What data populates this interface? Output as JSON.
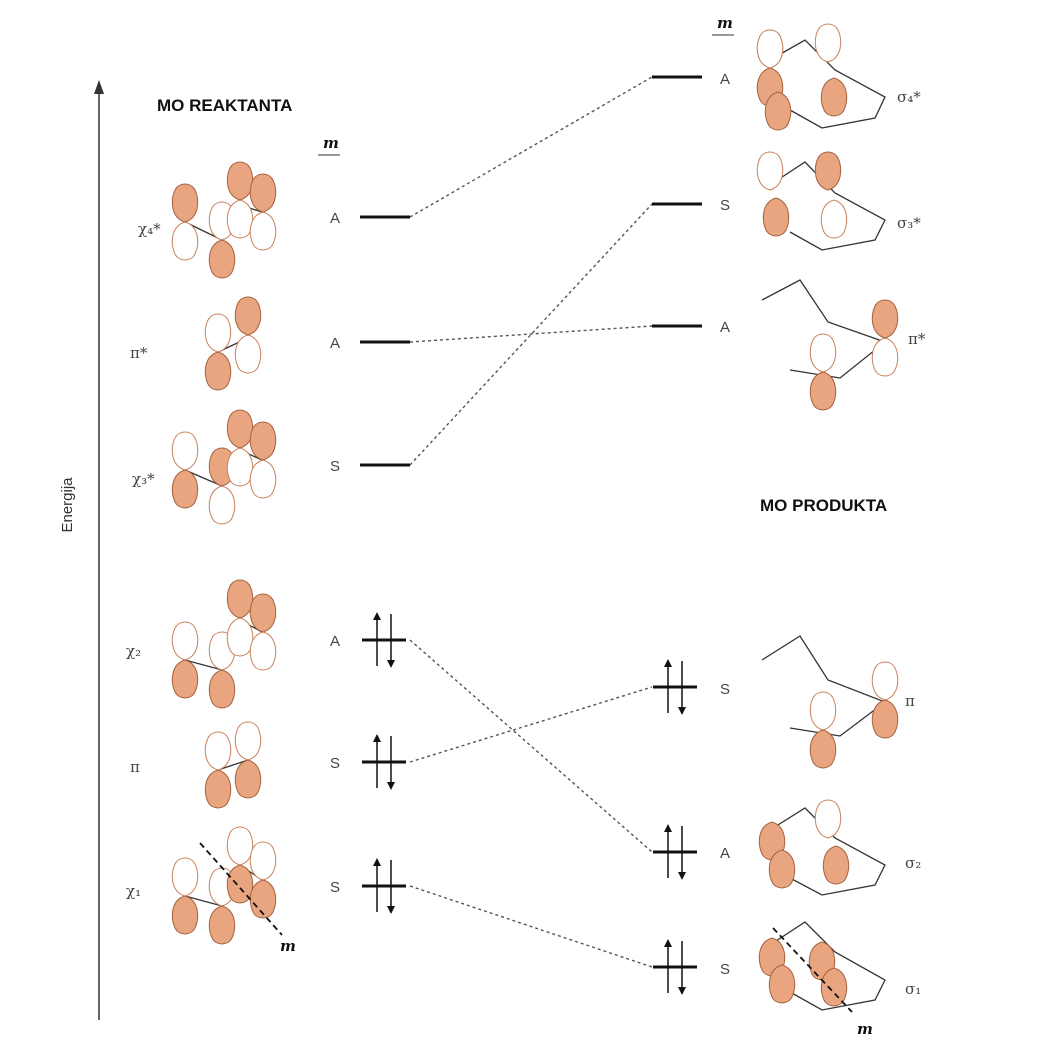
{
  "axis": {
    "label": "Energija"
  },
  "reactant": {
    "header": "MO REAKTANTA",
    "m_header": "m",
    "mirror_label": "m",
    "levels": [
      {
        "name": "χ₄*",
        "sym": "A",
        "electrons": 0
      },
      {
        "name": "π*",
        "sym": "A",
        "electrons": 0
      },
      {
        "name": "χ₃*",
        "sym": "S",
        "electrons": 0
      },
      {
        "name": "χ₂",
        "sym": "A",
        "electrons": 2
      },
      {
        "name": "π",
        "sym": "S",
        "electrons": 2
      },
      {
        "name": "χ₁",
        "sym": "S",
        "electrons": 2
      }
    ]
  },
  "product": {
    "header": "MO PRODUKTA",
    "m_header": "m",
    "mirror_label": "m",
    "levels": [
      {
        "name": "σ₄*",
        "sym": "A",
        "electrons": 0
      },
      {
        "name": "σ₃*",
        "sym": "S",
        "electrons": 0
      },
      {
        "name": "π*",
        "sym": "A",
        "electrons": 0
      },
      {
        "name": "π",
        "sym": "S",
        "electrons": 2
      },
      {
        "name": "σ₂",
        "sym": "A",
        "electrons": 2
      },
      {
        "name": "σ₁",
        "sym": "S",
        "electrons": 2
      }
    ]
  },
  "correlations": [
    {
      "from": "χ₄*",
      "to": "σ₄*"
    },
    {
      "from": "π*",
      "to": "π*"
    },
    {
      "from": "χ₃*",
      "to": "σ₃*"
    },
    {
      "from": "χ₂",
      "to": "σ₂"
    },
    {
      "from": "π",
      "to": "π"
    },
    {
      "from": "χ₁",
      "to": "σ₁"
    }
  ],
  "colors": {
    "lobe_filled": "#e8a580",
    "lobe_outline": "#c9825c",
    "line": "#111111"
  }
}
